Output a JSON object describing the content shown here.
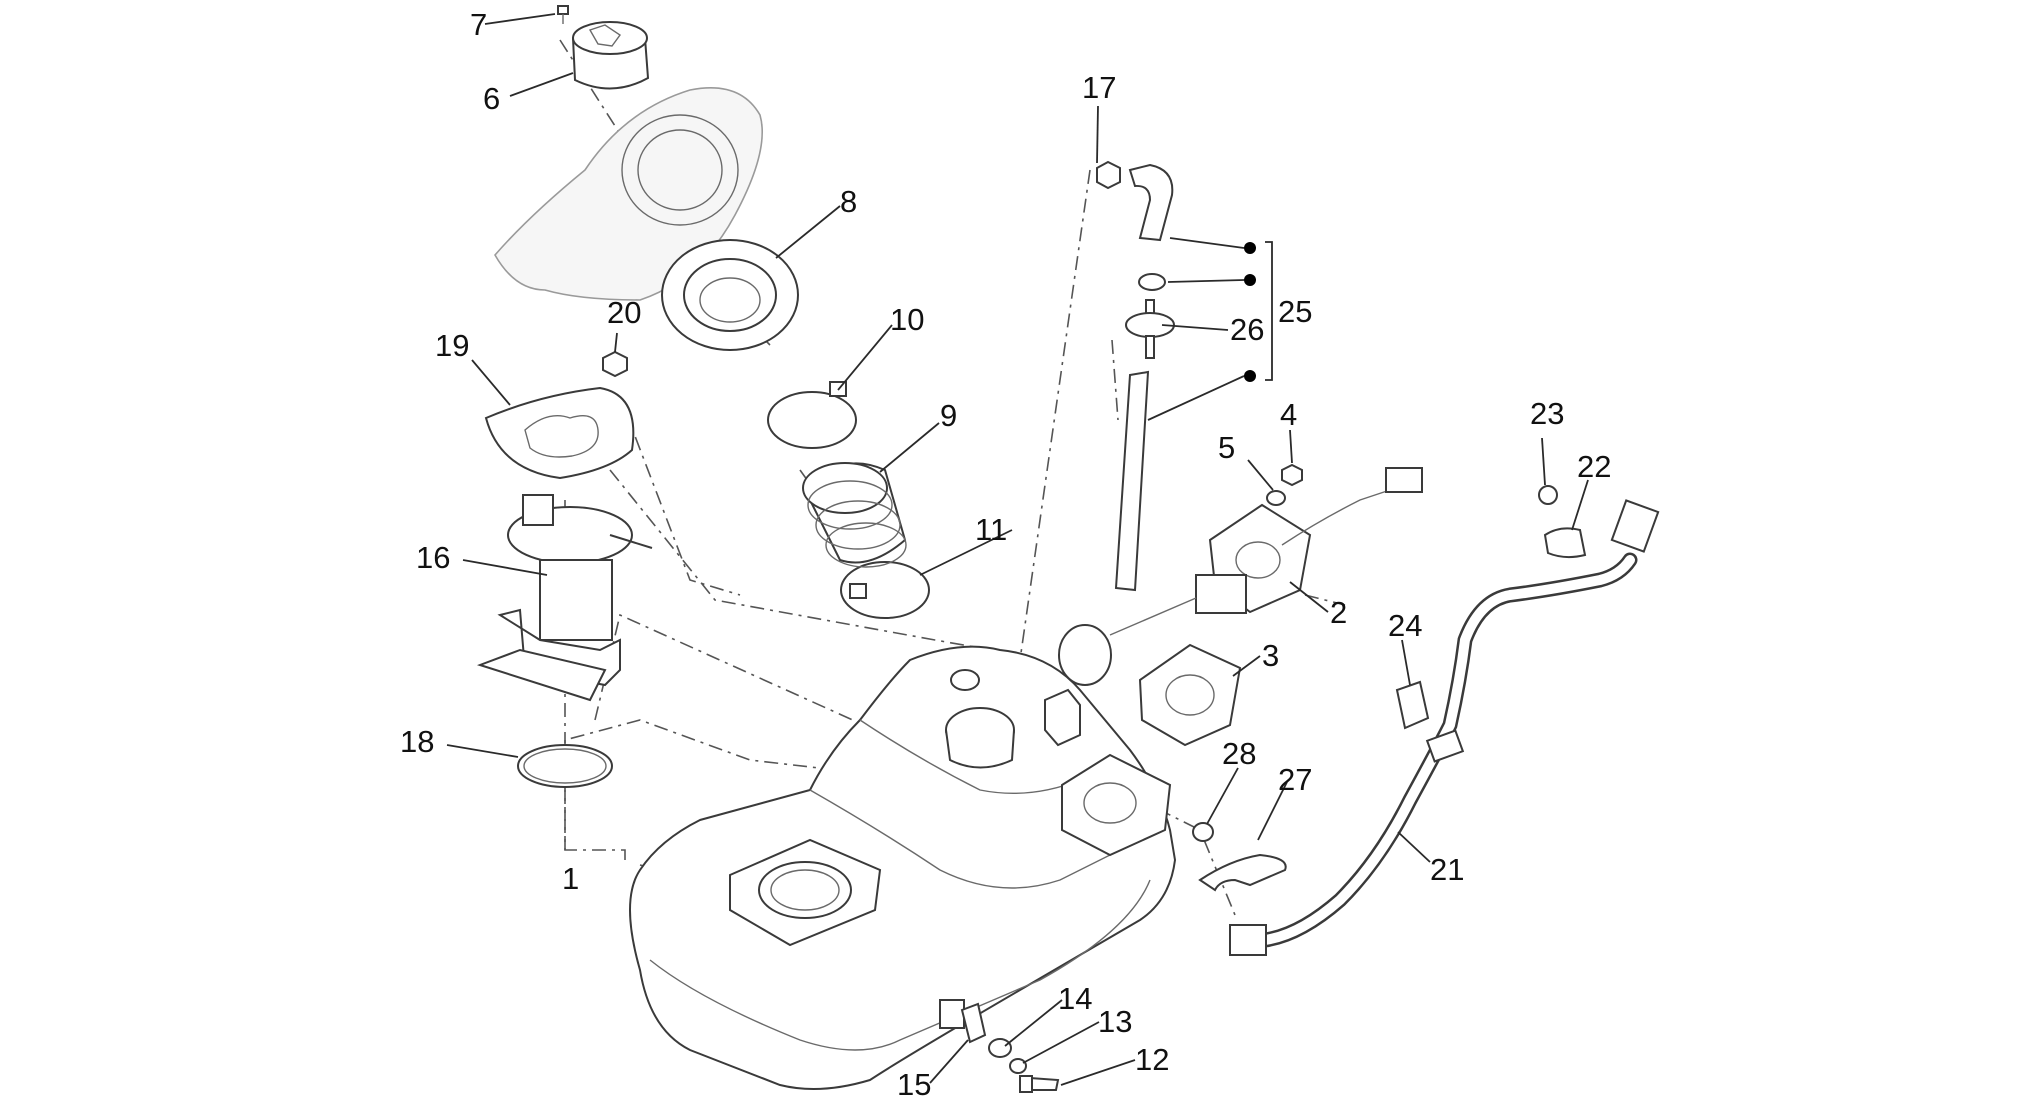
{
  "labels": {
    "p1": "1",
    "p2": "2",
    "p3": "3",
    "p4": "4",
    "p5": "5",
    "p6": "6",
    "p7": "7",
    "p8": "8",
    "p9": "9",
    "p10": "10",
    "p11": "11",
    "p12": "12",
    "p13": "13",
    "p14": "14",
    "p15": "15",
    "p16": "16",
    "p17": "17",
    "p18": "18",
    "p19": "19",
    "p20": "20",
    "p21": "21",
    "p22": "22",
    "p23": "23",
    "p24": "24",
    "p25": "25",
    "p26": "26",
    "p27": "27",
    "p28": "28"
  }
}
